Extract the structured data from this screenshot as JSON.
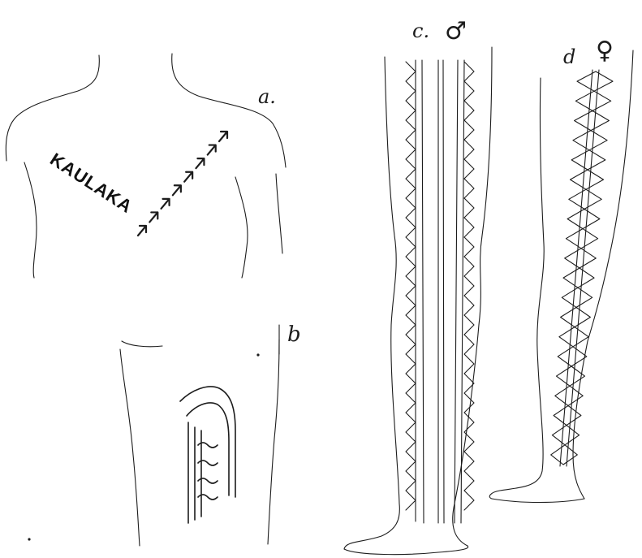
{
  "labels": {
    "a": "a.",
    "b": "b",
    "c": "c.",
    "d": "d",
    "male_symbol": "♂",
    "female_symbol": "♀",
    "tattoo_word": "KAULAKA"
  },
  "ink_color": "#1c1c1c"
}
